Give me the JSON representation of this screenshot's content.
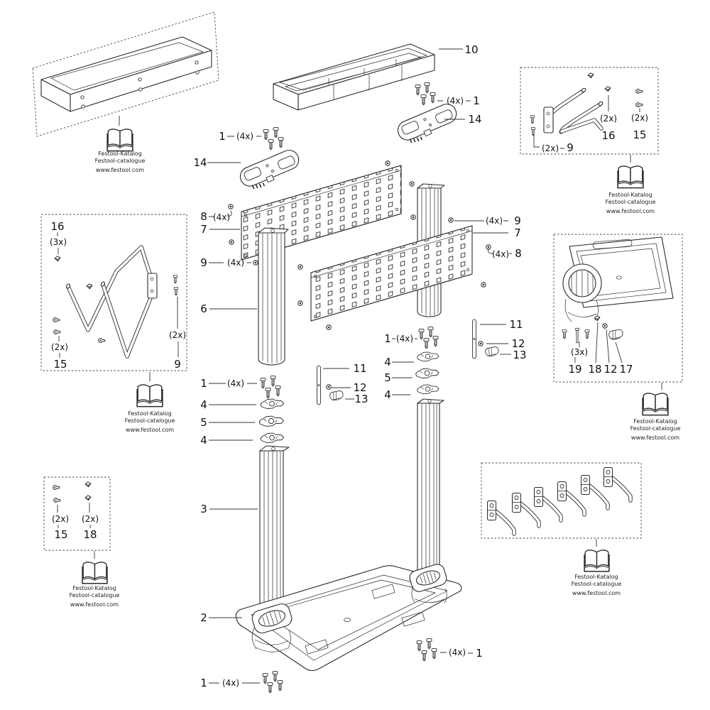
{
  "parts": {
    "p1": "1",
    "p2": "2",
    "p3": "3",
    "p4": "4",
    "p5": "5",
    "p6": "6",
    "p7": "7",
    "p8": "8",
    "p9": "9",
    "p10": "10",
    "p11": "11",
    "p12": "12",
    "p13": "13",
    "p14": "14",
    "p15": "15",
    "p16": "16",
    "p17": "17",
    "p18": "18",
    "p19": "19"
  },
  "quantities": {
    "x2": "(2x)",
    "x3": "(3x)",
    "x4": "(4x)"
  },
  "catalog": {
    "line1": "Festool-Katalog",
    "line2": "Festool-catalogue",
    "line3": "www.festool.com"
  }
}
